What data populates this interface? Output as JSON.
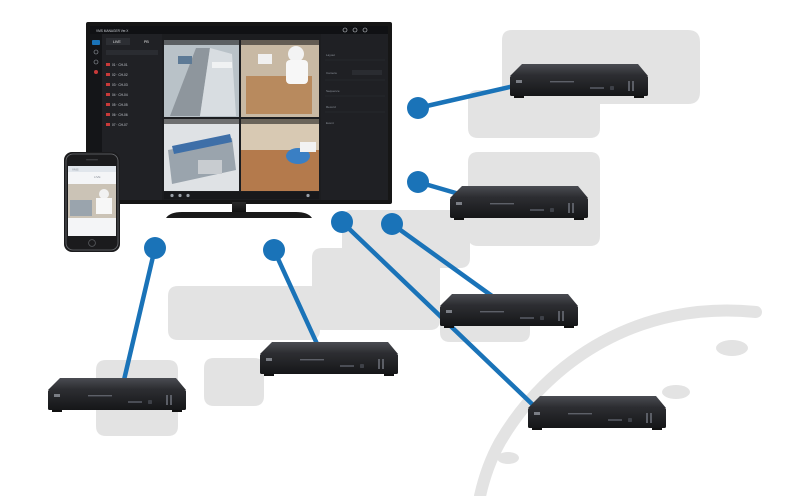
{
  "colors": {
    "accent": "#1a73b8",
    "blob": "#e3e3e3",
    "monitor_bezel": "#161616",
    "ui_background": "#1c1d20",
    "device_body": "#2e2f33"
  },
  "monitor": {
    "title": "VMS MANAGER Ver.X",
    "tabs": [
      "LIVE",
      "PB"
    ],
    "channels": [
      "01 · CH-01",
      "02 · CH-02",
      "03 · CH-03",
      "04 · CH-04",
      "05 · CH-05",
      "06 · CH-06",
      "07 · CH-07"
    ],
    "settings_rows": [
      "Layout",
      "Camera",
      "Sequence",
      "Record",
      "Event"
    ]
  },
  "phone": {
    "title": "VMS",
    "tab": "LIVE"
  },
  "devices": [
    {
      "id": "recorder-1"
    },
    {
      "id": "recorder-2"
    },
    {
      "id": "recorder-3"
    },
    {
      "id": "recorder-4"
    },
    {
      "id": "recorder-5"
    },
    {
      "id": "recorder-6"
    }
  ],
  "icons": [
    "live-view-icon",
    "playback-icon",
    "search-icon",
    "settings-icon",
    "bell-icon",
    "help-icon",
    "power-icon"
  ]
}
